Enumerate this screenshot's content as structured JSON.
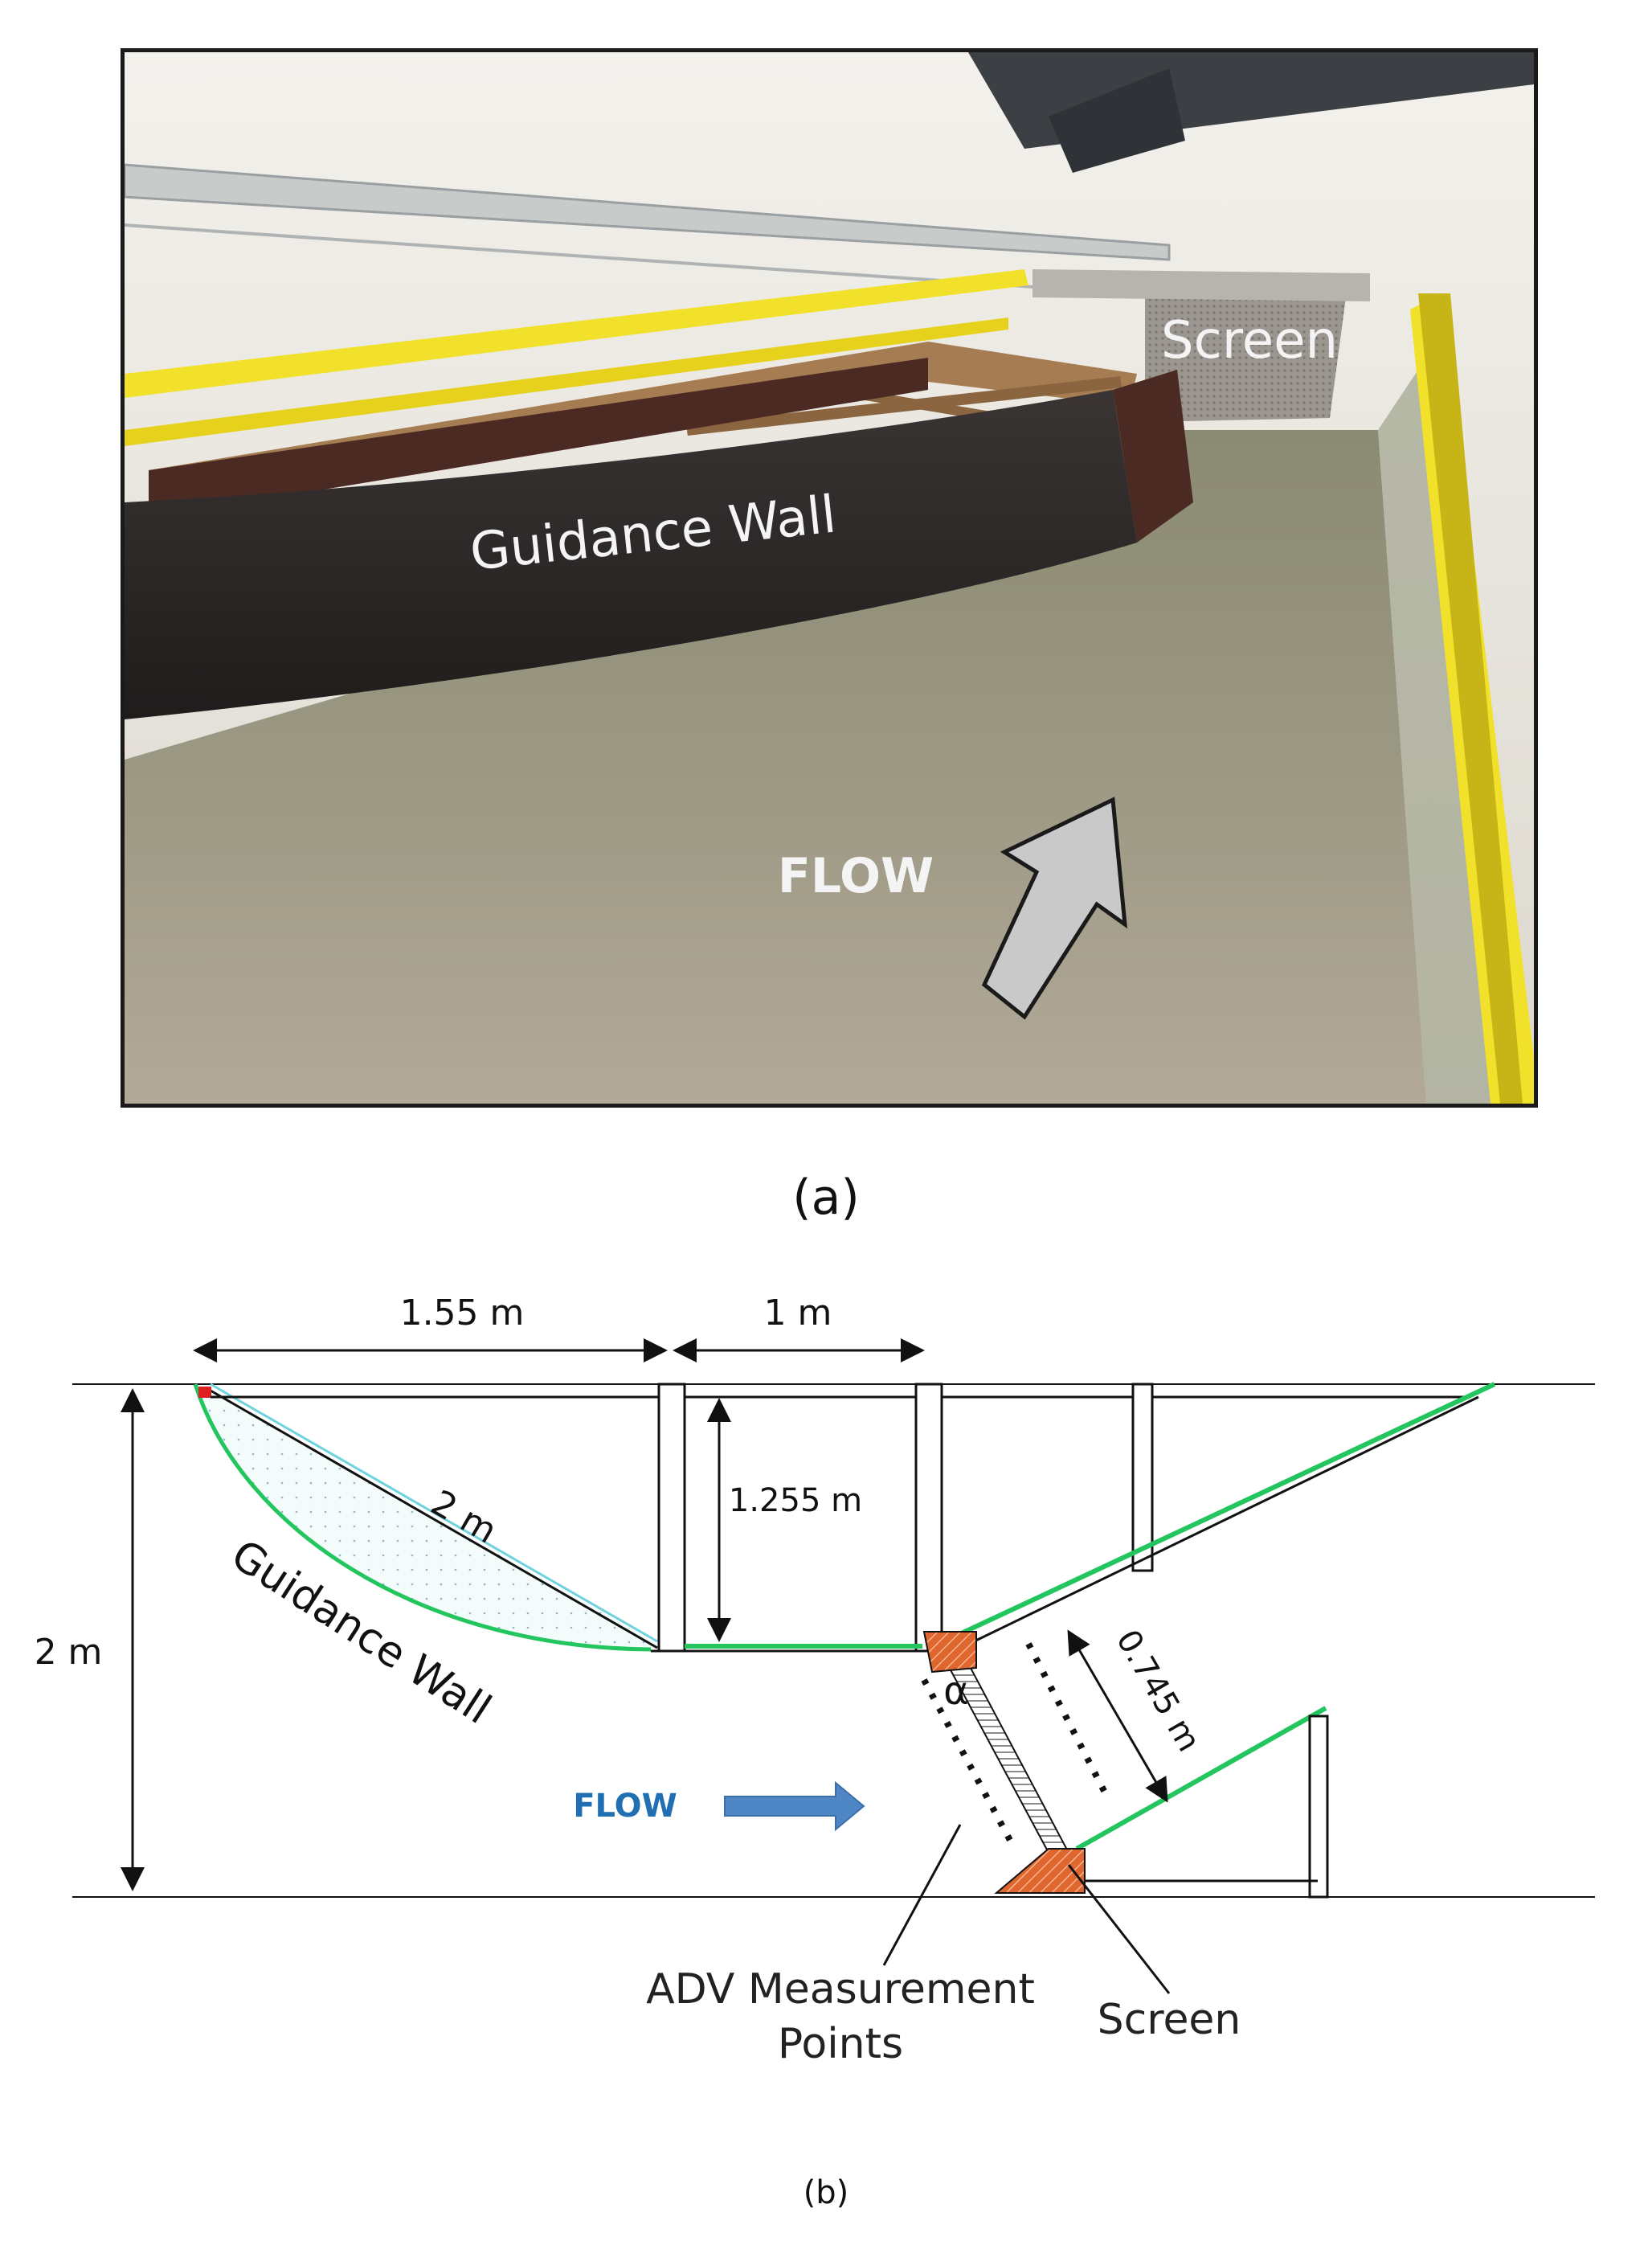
{
  "photo": {
    "label_screen": "Screen",
    "label_guidance_wall": "Guidance Wall",
    "label_flow": "FLOW"
  },
  "captions": {
    "a": "(a)",
    "b": "(b)"
  },
  "schematic": {
    "dim_width_1": "1.55 m",
    "dim_width_2": "1 m",
    "dim_height_channel": "2 m",
    "dim_diagonal": "2 m",
    "dim_height_inner": "1.255 m",
    "dim_screen_width": "0.745 m",
    "label_guidance_wall": "Guidance Wall",
    "label_flow": "FLOW",
    "label_alpha": "α",
    "label_adv_line1": "ADV Measurement",
    "label_adv_line2": "Points",
    "label_screen": "Screen"
  },
  "colors": {
    "green_wall": "#22c55e",
    "flow_blue": "#1f6fb2",
    "arrow_blue": "#4f86c6",
    "hatch_orange": "#e0662f",
    "railing_yellow": "#f2e12b"
  }
}
